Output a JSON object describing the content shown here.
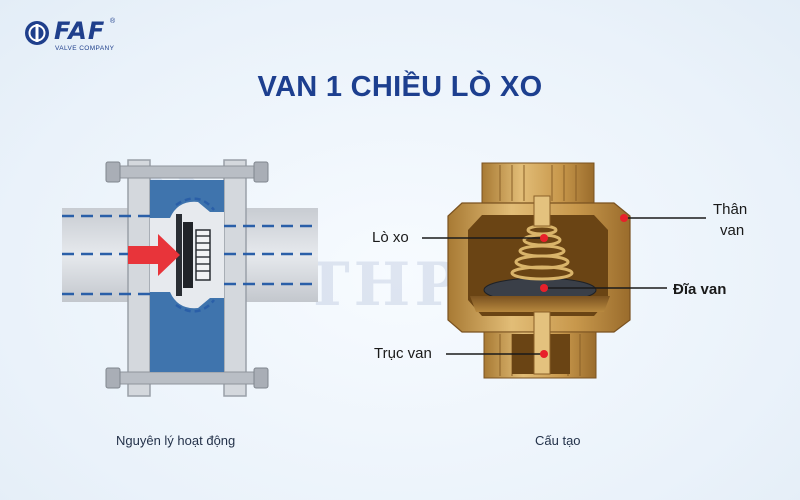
{
  "brand": {
    "logo_text": "FAF",
    "logo_subtext": "VALVE COMPANY",
    "registered_mark": "®"
  },
  "title": "VAN 1 CHIỀU LÒ XO",
  "watermark": "THP  VE",
  "captions": {
    "left": "Nguyên lý hoạt động",
    "right": "Cấu tạo"
  },
  "labels": {
    "spring": "Lò xo",
    "body_line1": "Thân",
    "body_line2": "van",
    "disc": "Đĩa van",
    "stem": "Trục van"
  },
  "colors": {
    "title": "#1d3f8f",
    "marker": "#e8202a",
    "arrow": "#e8343a",
    "brass": "#c89a4c",
    "flow_dash": "#2a5fa8"
  }
}
